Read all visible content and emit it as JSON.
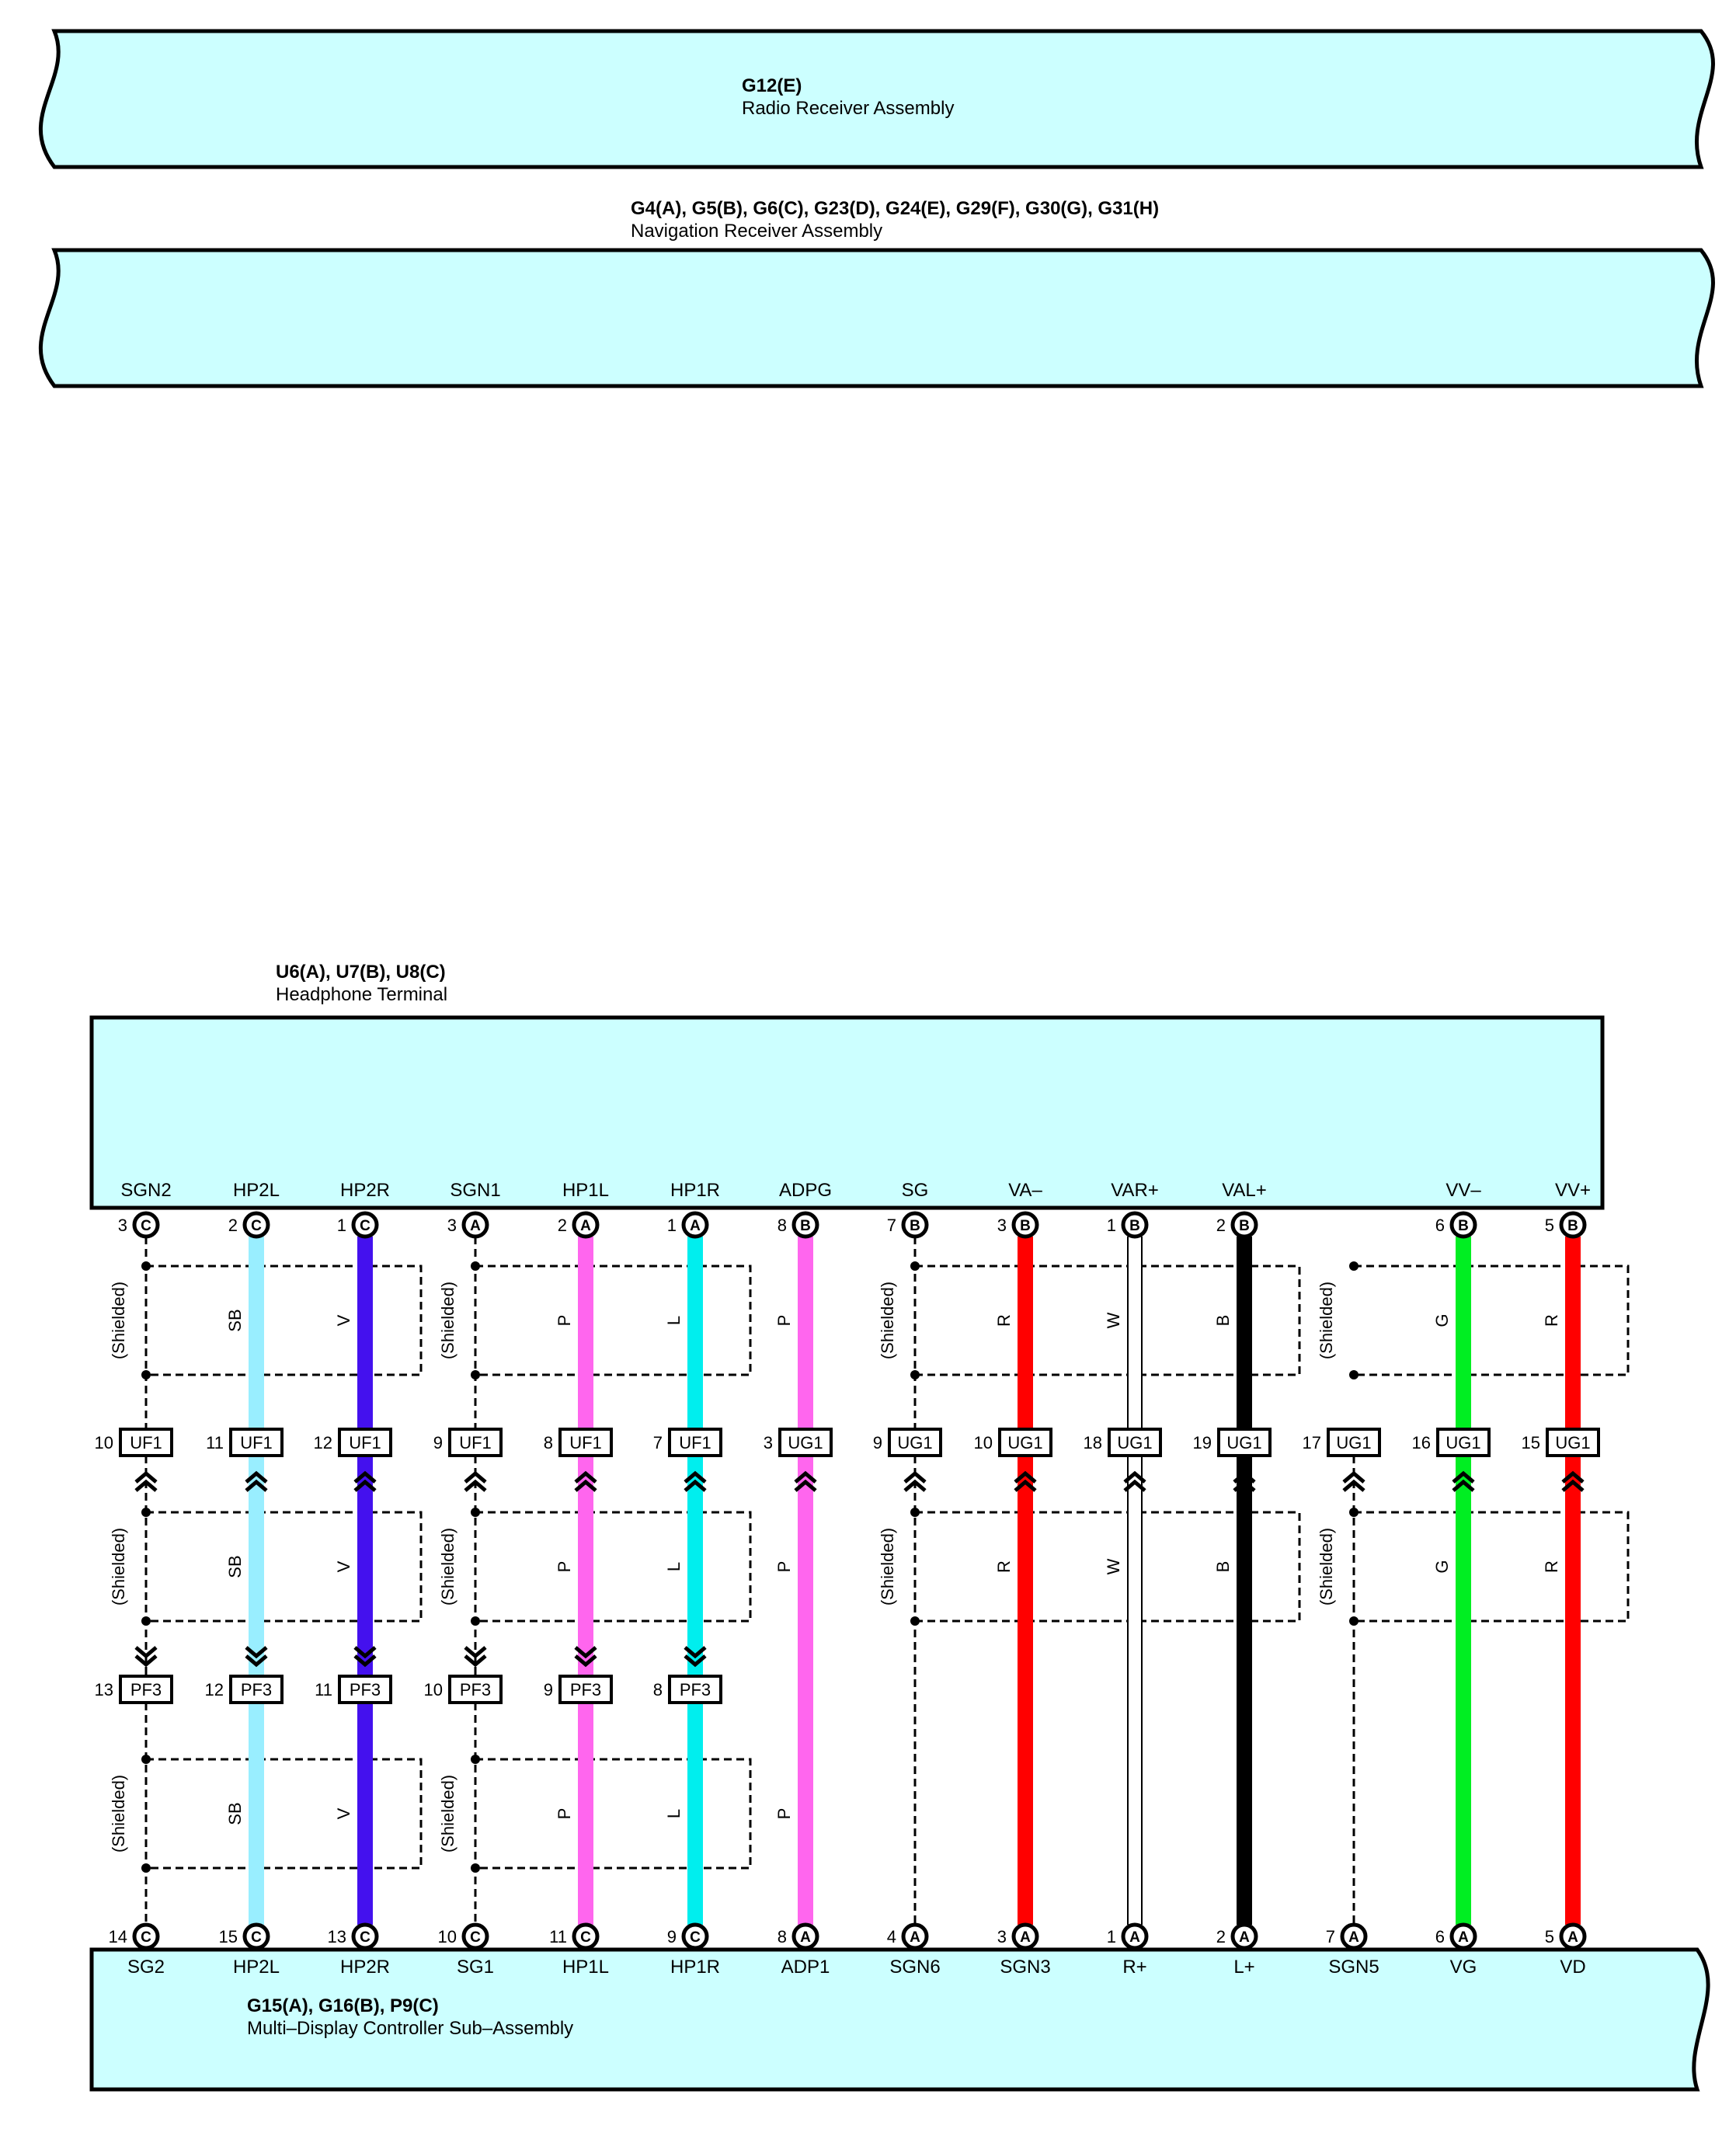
{
  "diagram": {
    "radio": {
      "code": "G12(E)",
      "name": "Radio Receiver Assembly"
    },
    "nav": {
      "code": "G4(A), G5(B), G6(C), G23(D), G24(E), G29(F), G30(G), G31(H)",
      "name": "Navigation Receiver Assembly"
    },
    "headphone": {
      "code": "U6(A), U7(B), U8(C)",
      "name": "Headphone Terminal"
    },
    "controller": {
      "code": "G15(A), G16(B), P9(C)",
      "name": "Multi–Display Controller Sub–Assembly"
    },
    "shield_label": "(Shielded)",
    "wires": [
      {
        "top_name": "SGN2",
        "top_pin": "3",
        "top_conn": "C",
        "color_code": "",
        "hex": "",
        "mid_conn": "UF1",
        "mid_pin": "10",
        "low_conn": "PF3",
        "low_pin": "13",
        "bot_pin": "14",
        "bot_conn": "C",
        "bot_name": "SG2"
      },
      {
        "top_name": "HP2L",
        "top_pin": "2",
        "top_conn": "C",
        "color_code": "SB",
        "hex": "#99eeff",
        "mid_conn": "UF1",
        "mid_pin": "11",
        "low_conn": "PF3",
        "low_pin": "12",
        "bot_pin": "15",
        "bot_conn": "C",
        "bot_name": "HP2L"
      },
      {
        "top_name": "HP2R",
        "top_pin": "1",
        "top_conn": "C",
        "color_code": "V",
        "hex": "#4411ee",
        "mid_conn": "UF1",
        "mid_pin": "12",
        "low_conn": "PF3",
        "low_pin": "11",
        "bot_pin": "13",
        "bot_conn": "C",
        "bot_name": "HP2R"
      },
      {
        "top_name": "SGN1",
        "top_pin": "3",
        "top_conn": "A",
        "color_code": "",
        "hex": "",
        "mid_conn": "UF1",
        "mid_pin": "9",
        "low_conn": "PF3",
        "low_pin": "10",
        "bot_pin": "10",
        "bot_conn": "C",
        "bot_name": "SG1"
      },
      {
        "top_name": "HP1L",
        "top_pin": "2",
        "top_conn": "A",
        "color_code": "P",
        "hex": "#ff66ee",
        "mid_conn": "UF1",
        "mid_pin": "8",
        "low_conn": "PF3",
        "low_pin": "9",
        "bot_pin": "11",
        "bot_conn": "C",
        "bot_name": "HP1L"
      },
      {
        "top_name": "HP1R",
        "top_pin": "1",
        "top_conn": "A",
        "color_code": "L",
        "hex": "#00eeee",
        "mid_conn": "UF1",
        "mid_pin": "7",
        "low_conn": "PF3",
        "low_pin": "8",
        "bot_pin": "9",
        "bot_conn": "C",
        "bot_name": "HP1R"
      },
      {
        "top_name": "ADPG",
        "top_pin": "8",
        "top_conn": "B",
        "color_code": "P",
        "hex": "#ff66ee",
        "mid_conn": "UG1",
        "mid_pin": "3",
        "low_conn": "",
        "low_pin": "",
        "bot_pin": "8",
        "bot_conn": "A",
        "bot_name": "ADP1"
      },
      {
        "top_name": "SG",
        "top_pin": "7",
        "top_conn": "B",
        "color_code": "",
        "hex": "",
        "mid_conn": "UG1",
        "mid_pin": "9",
        "low_conn": "",
        "low_pin": "",
        "bot_pin": "4",
        "bot_conn": "A",
        "bot_name": "SGN6"
      },
      {
        "top_name": "VA–",
        "top_pin": "3",
        "top_conn": "B",
        "color_code": "R",
        "hex": "#ff0000",
        "mid_conn": "UG1",
        "mid_pin": "10",
        "low_conn": "",
        "low_pin": "",
        "bot_pin": "3",
        "bot_conn": "A",
        "bot_name": "SGN3"
      },
      {
        "top_name": "VAR+",
        "top_pin": "1",
        "top_conn": "B",
        "color_code": "W",
        "hex": "#ffffff",
        "mid_conn": "UG1",
        "mid_pin": "18",
        "low_conn": "",
        "low_pin": "",
        "bot_pin": "1",
        "bot_conn": "A",
        "bot_name": "R+"
      },
      {
        "top_name": "VAL+",
        "top_pin": "2",
        "top_conn": "B",
        "color_code": "B",
        "hex": "#000000",
        "mid_conn": "UG1",
        "mid_pin": "19",
        "low_conn": "",
        "low_pin": "",
        "bot_pin": "2",
        "bot_conn": "A",
        "bot_name": "L+"
      },
      {
        "top_name": "",
        "top_pin": "",
        "top_conn": "",
        "color_code": "",
        "hex": "",
        "mid_conn": "UG1",
        "mid_pin": "17",
        "low_conn": "",
        "low_pin": "",
        "bot_pin": "7",
        "bot_conn": "A",
        "bot_name": "SGN5"
      },
      {
        "top_name": "VV–",
        "top_pin": "6",
        "top_conn": "B",
        "color_code": "G",
        "hex": "#00ee22",
        "mid_conn": "UG1",
        "mid_pin": "16",
        "low_conn": "",
        "low_pin": "",
        "bot_pin": "6",
        "bot_conn": "A",
        "bot_name": "VG"
      },
      {
        "top_name": "VV+",
        "top_pin": "5",
        "top_conn": "B",
        "color_code": "R",
        "hex": "#ff0000",
        "mid_conn": "UG1",
        "mid_pin": "15",
        "low_conn": "",
        "low_pin": "",
        "bot_pin": "5",
        "bot_conn": "A",
        "bot_name": "VD"
      }
    ]
  }
}
